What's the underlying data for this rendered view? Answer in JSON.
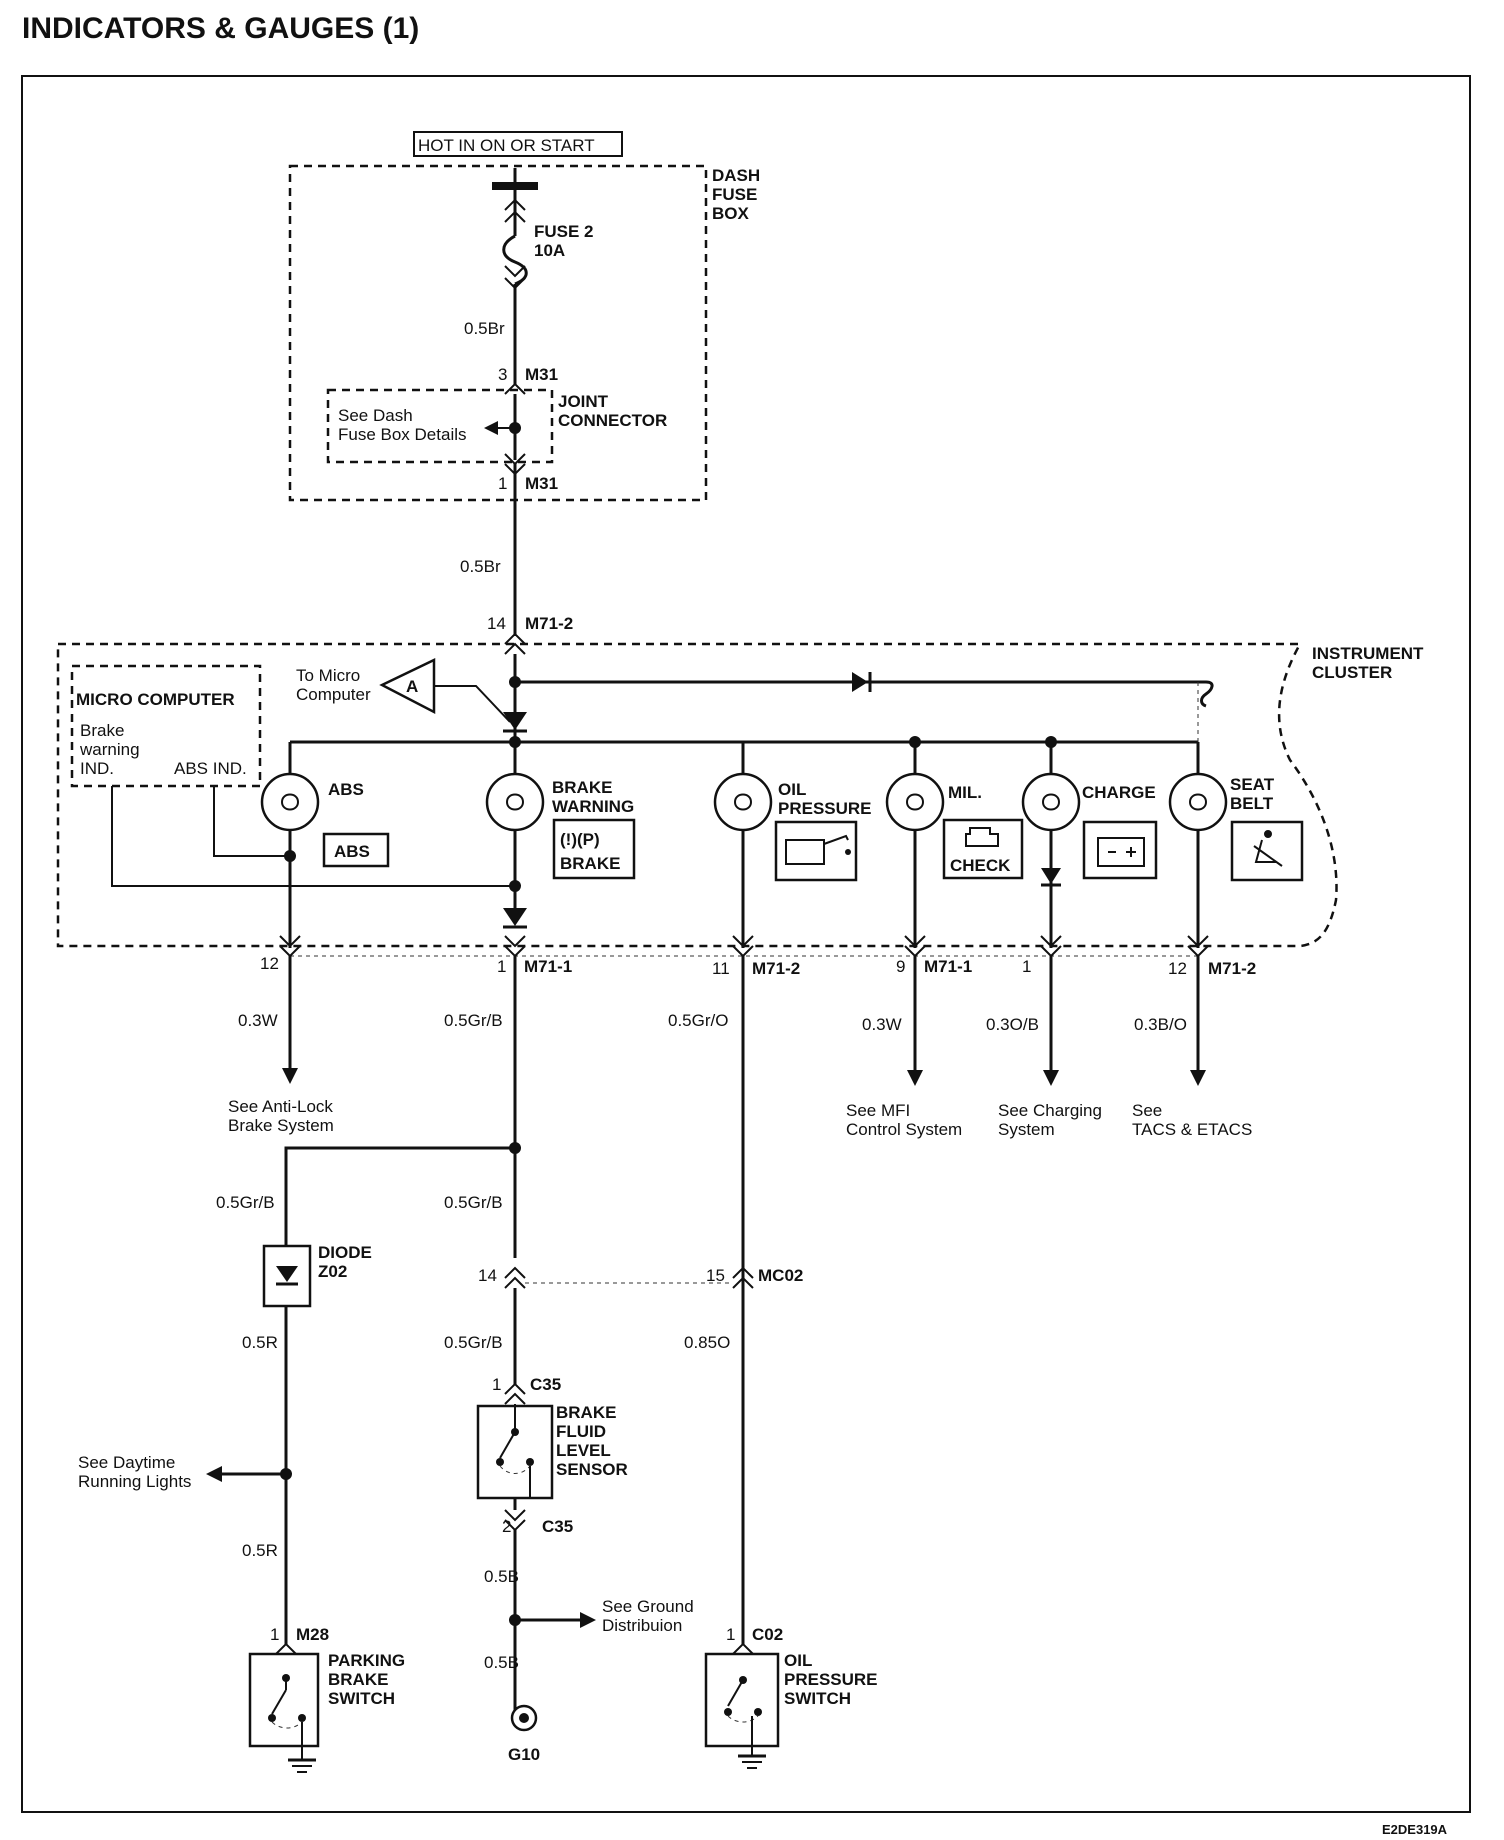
{
  "title": "INDICATORS & GAUGES (1)",
  "footer_code": "E2DE319A",
  "colors": {
    "ink": "#111111",
    "background": "#ffffff"
  },
  "power": {
    "source_label": "HOT IN ON OR START"
  },
  "dash_fuse_box": {
    "label_lines": [
      "DASH",
      "FUSE",
      "BOX"
    ],
    "fuse_lines": [
      "FUSE 2",
      "10A"
    ],
    "wire_top": "0.5Br",
    "joint_top_pin": "3",
    "joint_conn": "M31",
    "joint_label_lines": [
      "JOINT",
      "CONNECTOR"
    ],
    "details_lines": [
      "See Dash",
      "Fuse Box Details"
    ],
    "joint_bottom_pin": "1"
  },
  "feed": {
    "wire": "0.5Br",
    "pin": "14",
    "connector": "M71-2"
  },
  "cluster": {
    "label_lines": [
      "INSTRUMENT",
      "CLUSTER"
    ],
    "to_micro_lines": [
      "To Micro",
      "Computer"
    ],
    "ref_a": "A",
    "micro_title": "MICRO COMPUTER",
    "micro_lines": [
      "Brake",
      "warning",
      "IND."
    ],
    "abs_ind": "ABS IND."
  },
  "indicators": [
    {
      "name_lines": [
        "ABS"
      ],
      "badge_lines": [
        "ABS"
      ],
      "pin": "12",
      "connector": "",
      "wire": "0.3W",
      "dest_lines": [
        "See Anti-Lock",
        "Brake System"
      ]
    },
    {
      "name_lines": [
        "BRAKE",
        "WARNING"
      ],
      "badge_lines": [
        "(!)(P)",
        "BRAKE"
      ],
      "pin": "1",
      "connector": "M71-1",
      "wire": "0.5Gr/B",
      "dest_lines": []
    },
    {
      "name_lines": [
        "OIL",
        "PRESSURE"
      ],
      "badge_lines": [],
      "pin": "11",
      "connector": "M71-2",
      "wire": "0.5Gr/O",
      "dest_lines": []
    },
    {
      "name_lines": [
        "MIL."
      ],
      "badge_lines": [
        "CHECK"
      ],
      "pin": "9",
      "connector": "M71-1",
      "wire": "0.3W",
      "dest_lines": [
        "See MFI",
        "Control System"
      ]
    },
    {
      "name_lines": [
        "CHARGE"
      ],
      "badge_lines": [],
      "pin": "1",
      "connector": "",
      "wire": "0.3O/B",
      "dest_lines": [
        "See Charging",
        "System"
      ]
    },
    {
      "name_lines": [
        "SEAT",
        "BELT"
      ],
      "badge_lines": [],
      "pin": "12",
      "connector": "M71-2",
      "wire": "0.3B/O",
      "dest_lines": [
        "See",
        "TACS & ETACS"
      ]
    }
  ],
  "lower": {
    "wire_diode_in": "0.5Gr/B",
    "diode_lines": [
      "DIODE",
      "Z02"
    ],
    "wire_diode_out": "0.5R",
    "drl_lines": [
      "See Daytime",
      "Running Lights"
    ],
    "wire_park": "0.5R",
    "park_pin": "1",
    "park_conn": "M28",
    "park_lines": [
      "PARKING",
      "BRAKE",
      "SWITCH"
    ],
    "wire_mid_upper": "0.5Gr/B",
    "mc02_pin_left": "14",
    "mc02_pin_right": "15",
    "mc02": "MC02",
    "wire_mid_lower": "0.5Gr/B",
    "c35_top_pin": "1",
    "c35": "C35",
    "sensor_lines": [
      "BRAKE",
      "FLUID",
      "LEVEL",
      "SENSOR"
    ],
    "c35_bottom_pin": "2",
    "wire_ground_1": "0.5B",
    "ground_dist_lines": [
      "See Ground",
      "Distribuion"
    ],
    "wire_ground_2": "0.5B",
    "ground": "G10",
    "wire_oil": "0.85O",
    "oil_pin": "1",
    "oil_conn": "C02",
    "oil_lines": [
      "OIL",
      "PRESSURE",
      "SWITCH"
    ]
  }
}
